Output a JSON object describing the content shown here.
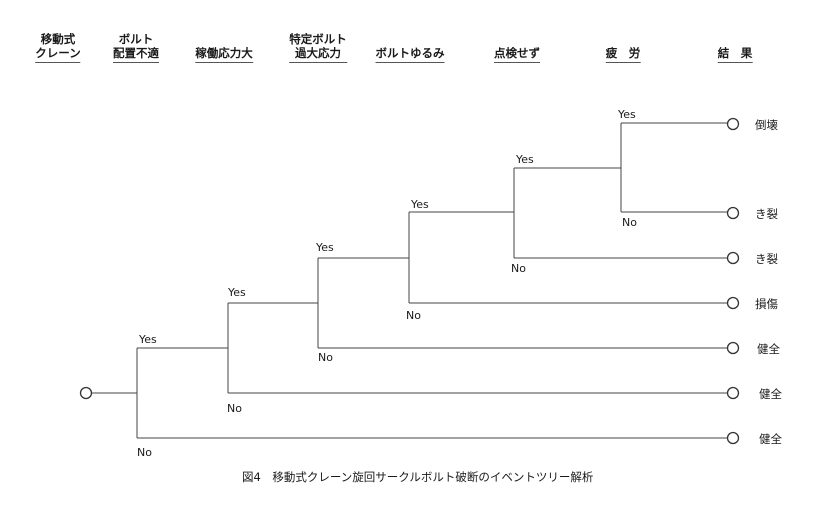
{
  "headers": [
    {
      "line1": "移動式",
      "line2": "クレーン"
    },
    {
      "line1": "ボルト",
      "line2": "配置不適"
    },
    {
      "line1": "稼働応力大",
      "line2": ""
    },
    {
      "line1": "特定ボルト",
      "line2": "過大応力"
    },
    {
      "line1": "ボルトゆるみ",
      "line2": ""
    },
    {
      "line1": "点検せず",
      "line2": ""
    },
    {
      "line1": "疲　労",
      "line2": ""
    },
    {
      "line1": "結　果",
      "line2": ""
    }
  ],
  "branches": [
    {
      "yes": "Yes",
      "no": "No"
    },
    {
      "yes": "Yes",
      "no": "No"
    },
    {
      "yes": "Yes",
      "no": "No"
    },
    {
      "yes": "Yes",
      "no": "No"
    },
    {
      "yes": "Yes",
      "no": "No"
    },
    {
      "yes": "Yes",
      "no": "No"
    }
  ],
  "outcomes": [
    "倒壊",
    "き裂",
    "き裂",
    "損傷",
    "健全",
    "健全",
    "健全"
  ],
  "caption": "図4　移動式クレーン旋回サークルボルト破断のイベントツリー解析"
}
